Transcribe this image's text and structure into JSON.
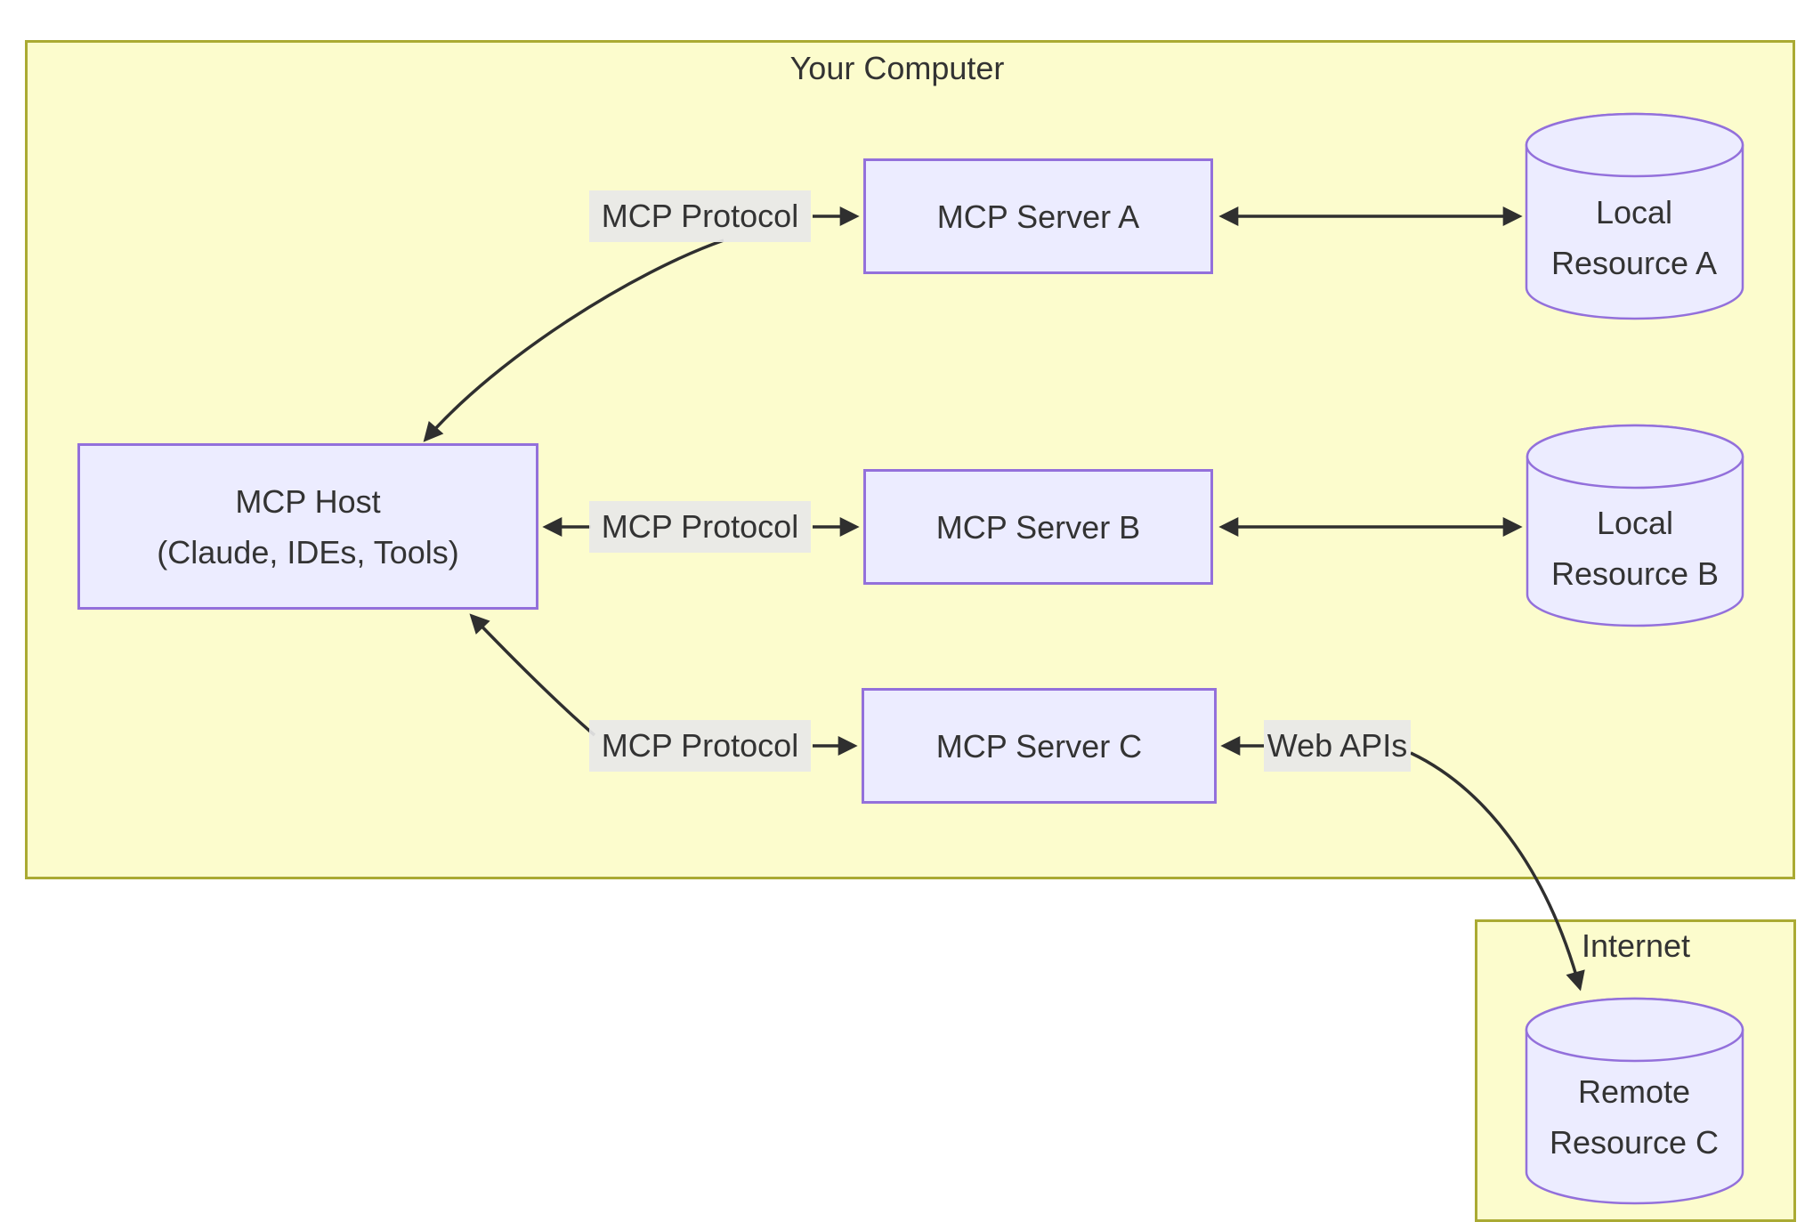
{
  "diagram": {
    "clusters": {
      "your_computer": {
        "label": "Your Computer"
      },
      "internet": {
        "label": "Internet"
      }
    },
    "nodes": {
      "mcp_host": {
        "line1": "MCP Host",
        "line2": "(Claude, IDEs, Tools)"
      },
      "mcp_server_a": {
        "label": "MCP Server A"
      },
      "mcp_server_b": {
        "label": "MCP Server B"
      },
      "mcp_server_c": {
        "label": "MCP Server C"
      },
      "local_resource_a": {
        "line1": "Local",
        "line2": "Resource A"
      },
      "local_resource_b": {
        "line1": "Local",
        "line2": "Resource B"
      },
      "remote_resource_c": {
        "line1": "Remote",
        "line2": "Resource C"
      }
    },
    "edge_labels": {
      "protocol_a": "MCP Protocol",
      "protocol_b": "MCP Protocol",
      "protocol_c": "MCP Protocol",
      "web_apis": "Web APIs"
    },
    "colors": {
      "cluster_fill": "#fcfccd",
      "cluster_border": "#aaaa33",
      "node_fill": "#ECECFF",
      "node_border": "#9370DB",
      "edge_label_bg": "rgba(232,232,232,0.92)",
      "line": "#2f2f2f",
      "text": "#333333",
      "canvas": "#ffffff"
    }
  }
}
